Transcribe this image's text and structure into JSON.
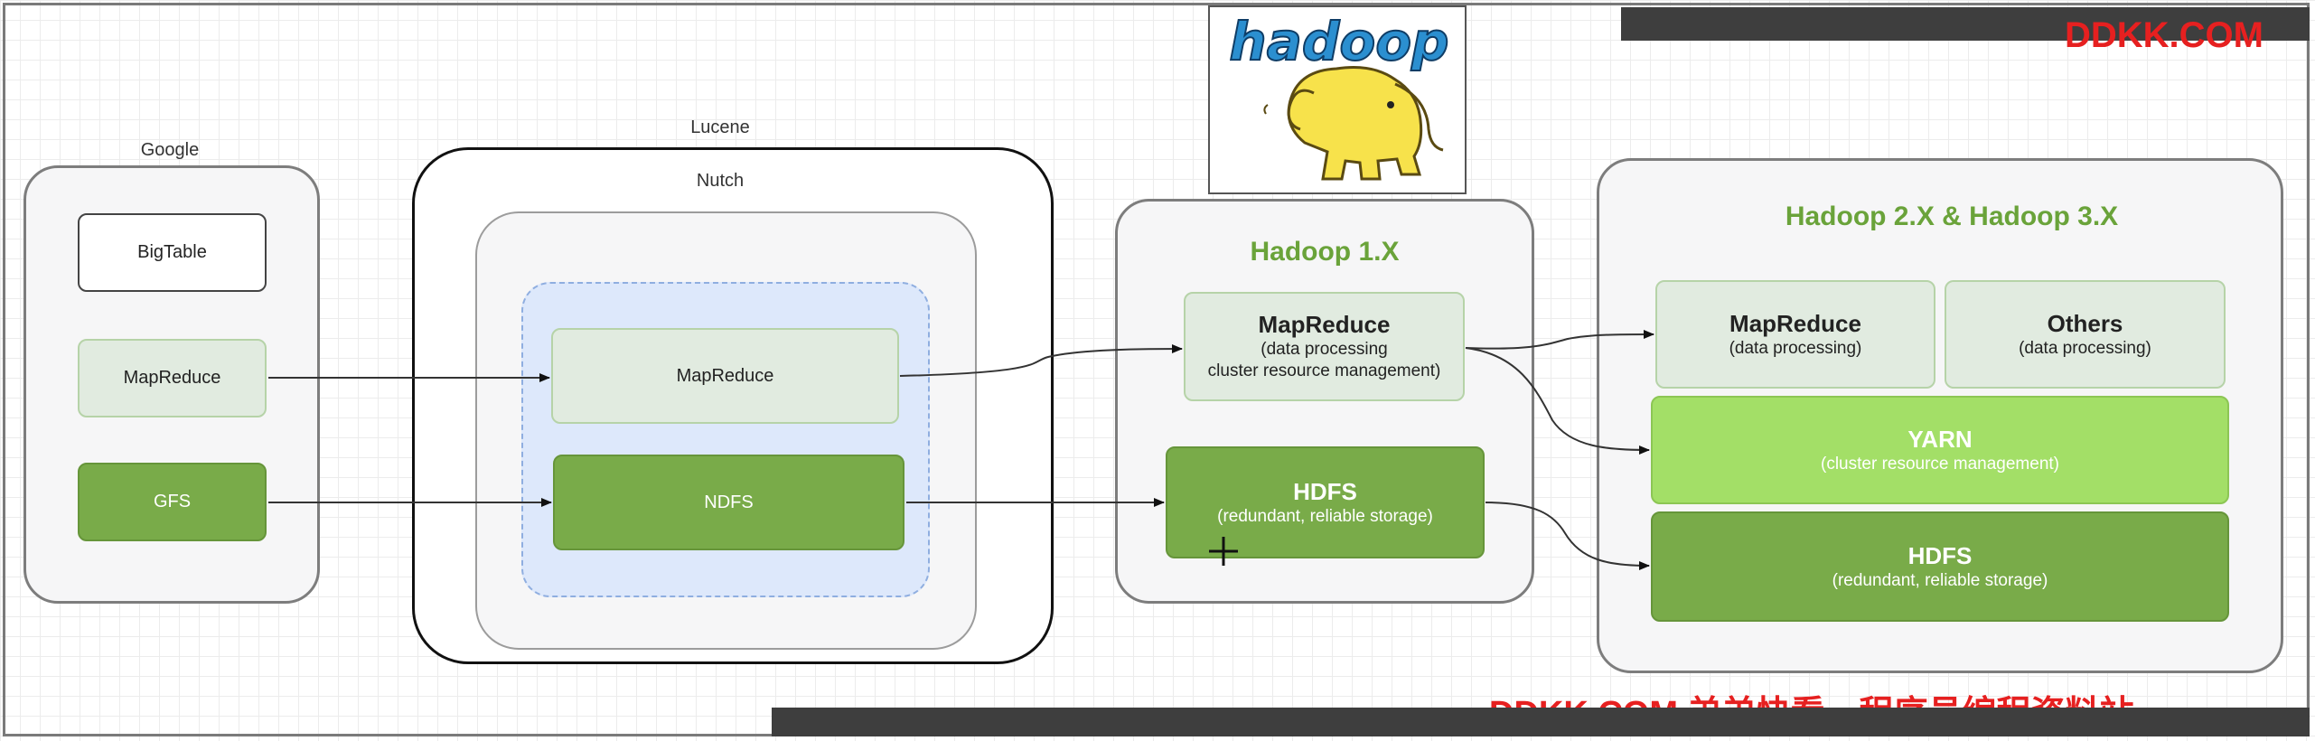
{
  "google": {
    "label": "Google",
    "items": [
      "BigTable",
      "MapReduce",
      "GFS"
    ]
  },
  "lucene": {
    "label": "Lucene",
    "nutch": {
      "label": "Nutch",
      "items": [
        "MapReduce",
        "NDFS"
      ]
    }
  },
  "logo": {
    "text": "hadoop"
  },
  "hadoop1": {
    "title": "Hadoop 1.X",
    "mapreduce": {
      "title": "MapReduce",
      "sub1": "(data processing",
      "sub2": "cluster resource management)"
    },
    "hdfs": {
      "title": "HDFS",
      "sub": "(redundant, reliable storage)"
    }
  },
  "hadoop23": {
    "title": "Hadoop 2.X & Hadoop 3.X",
    "mapreduce": {
      "title": "MapReduce",
      "sub": "(data processing)"
    },
    "others": {
      "title": "Others",
      "sub": "(data processing)"
    },
    "yarn": {
      "title": "YARN",
      "sub": "(cluster resource management)"
    },
    "hdfs": {
      "title": "HDFS",
      "sub": "(redundant, reliable storage)"
    }
  },
  "watermark": {
    "top": "DDKK.COM",
    "bottom": "DDKK.COM 弟弟快看，程序员编程资料站"
  },
  "colors": {
    "dark_green": "#79ab49",
    "light_green": "#e1ebe0",
    "lime": "#a3df67",
    "title_green": "#6aa33a",
    "nutch_blue": "#dde8fb",
    "watermark_red": "#e62020"
  }
}
